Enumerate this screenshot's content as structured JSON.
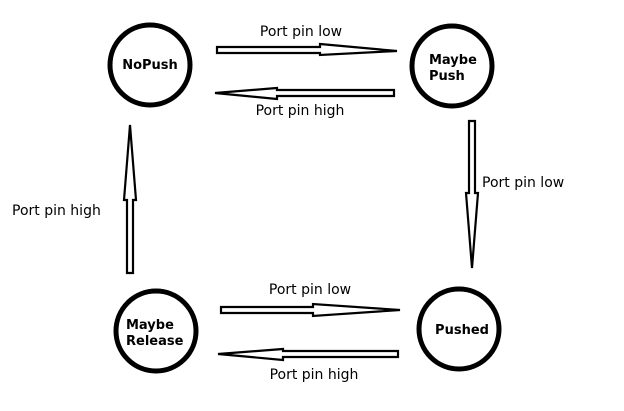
{
  "states": {
    "nopush": {
      "lines": [
        "NoPush"
      ]
    },
    "maybe_push": {
      "lines": [
        "Maybe",
        "Push"
      ]
    },
    "pushed": {
      "lines": [
        "Pushed"
      ]
    },
    "maybe_release": {
      "lines": [
        "Maybe",
        "Release"
      ]
    }
  },
  "transitions": {
    "nopush_to_maybe_push": {
      "label": "Port pin low"
    },
    "maybe_push_to_nopush": {
      "label": "Port pin high"
    },
    "maybe_push_to_pushed": {
      "label": "Port pin low"
    },
    "maybe_release_to_pushed": {
      "label": "Port pin low"
    },
    "pushed_to_maybe_release": {
      "label": "Port pin high"
    },
    "maybe_release_to_nopush": {
      "label": "Port pin high"
    }
  }
}
